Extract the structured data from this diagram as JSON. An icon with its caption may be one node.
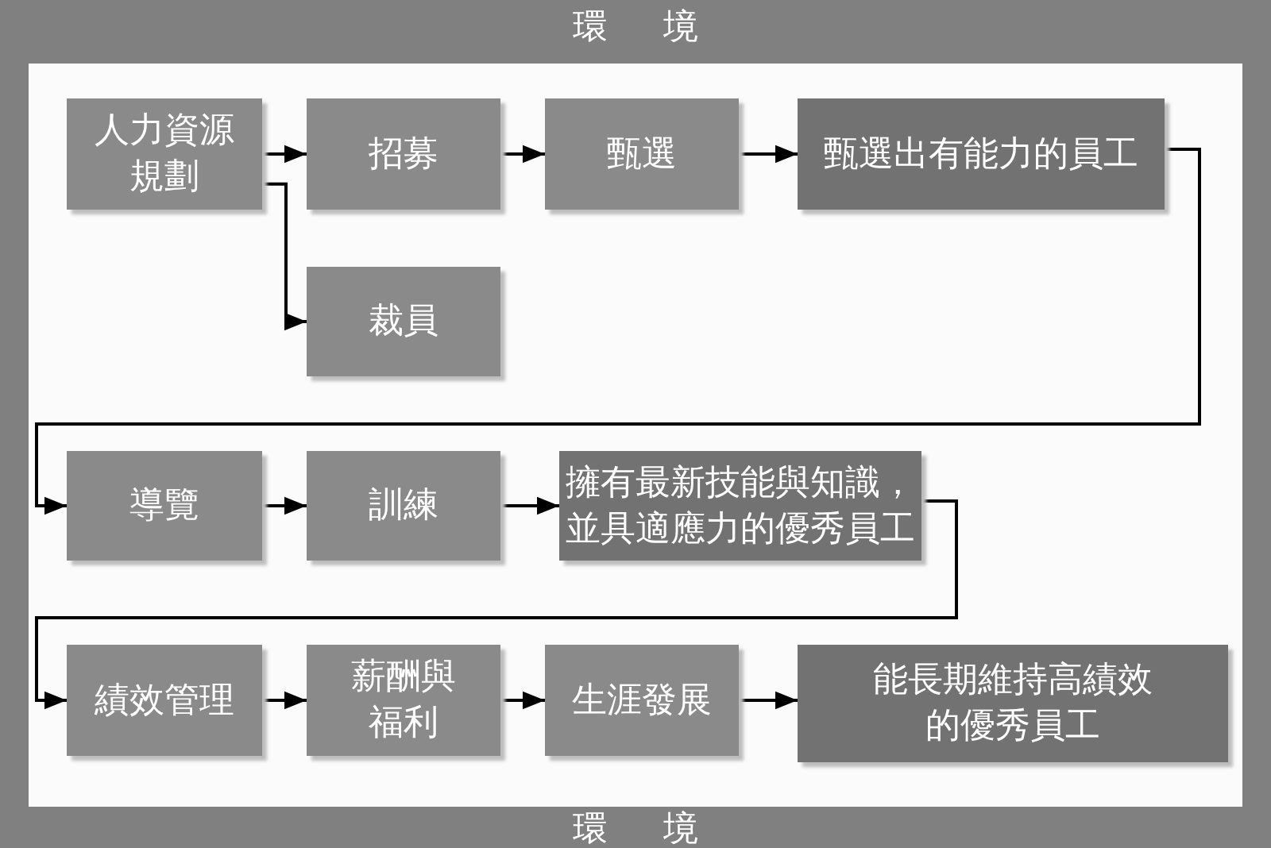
{
  "diagram": {
    "nodes": [
      {
        "text": [
          "環境",
          "環境"
        ]
      },
      {
        "text": [
          "人力資源規劃"
        ],
        "in": 0
      },
      {
        "text": [
          "招募"
        ],
        "in": 0
      },
      {
        "text": [
          "甄選"
        ],
        "in": 0
      },
      {
        "text": [
          "甄選出有能力的員工"
        ],
        "in": 0
      },
      {
        "text": [
          "裁員"
        ],
        "in": 0
      },
      {
        "text": [
          "導覽"
        ],
        "in": 0
      },
      {
        "text": [
          "訓練"
        ],
        "in": 0
      },
      {
        "text": [
          "擁有最新技能與知識，並具適應力的優秀員工"
        ],
        "in": 0
      },
      {
        "text": [
          "績效管理"
        ],
        "in": 0
      },
      {
        "text": [
          "薪酬與福利"
        ],
        "in": 0
      },
      {
        "text": [
          "生涯發展"
        ],
        "in": 0
      },
      {
        "text": [
          "能長期維持高績效的優秀員工"
        ],
        "in": 0
      }
    ],
    "edges": [
      {
        "from": 1,
        "to": 2,
        "arrow": "to"
      },
      {
        "from": 1,
        "to": 5,
        "arrow": "to"
      },
      {
        "from": 2,
        "to": 3,
        "arrow": "to"
      },
      {
        "from": 3,
        "to": 4,
        "arrow": "to"
      },
      {
        "from": 4,
        "to": 6,
        "arrow": "to"
      },
      {
        "from": 6,
        "to": 7,
        "arrow": "to"
      },
      {
        "from": 7,
        "to": 8,
        "arrow": "to"
      },
      {
        "from": 8,
        "to": 9,
        "arrow": "to"
      },
      {
        "from": 9,
        "to": 10,
        "arrow": "to"
      },
      {
        "from": 10,
        "to": 11,
        "arrow": "to"
      },
      {
        "from": 11,
        "to": 12,
        "arrow": "to"
      }
    ]
  }
}
